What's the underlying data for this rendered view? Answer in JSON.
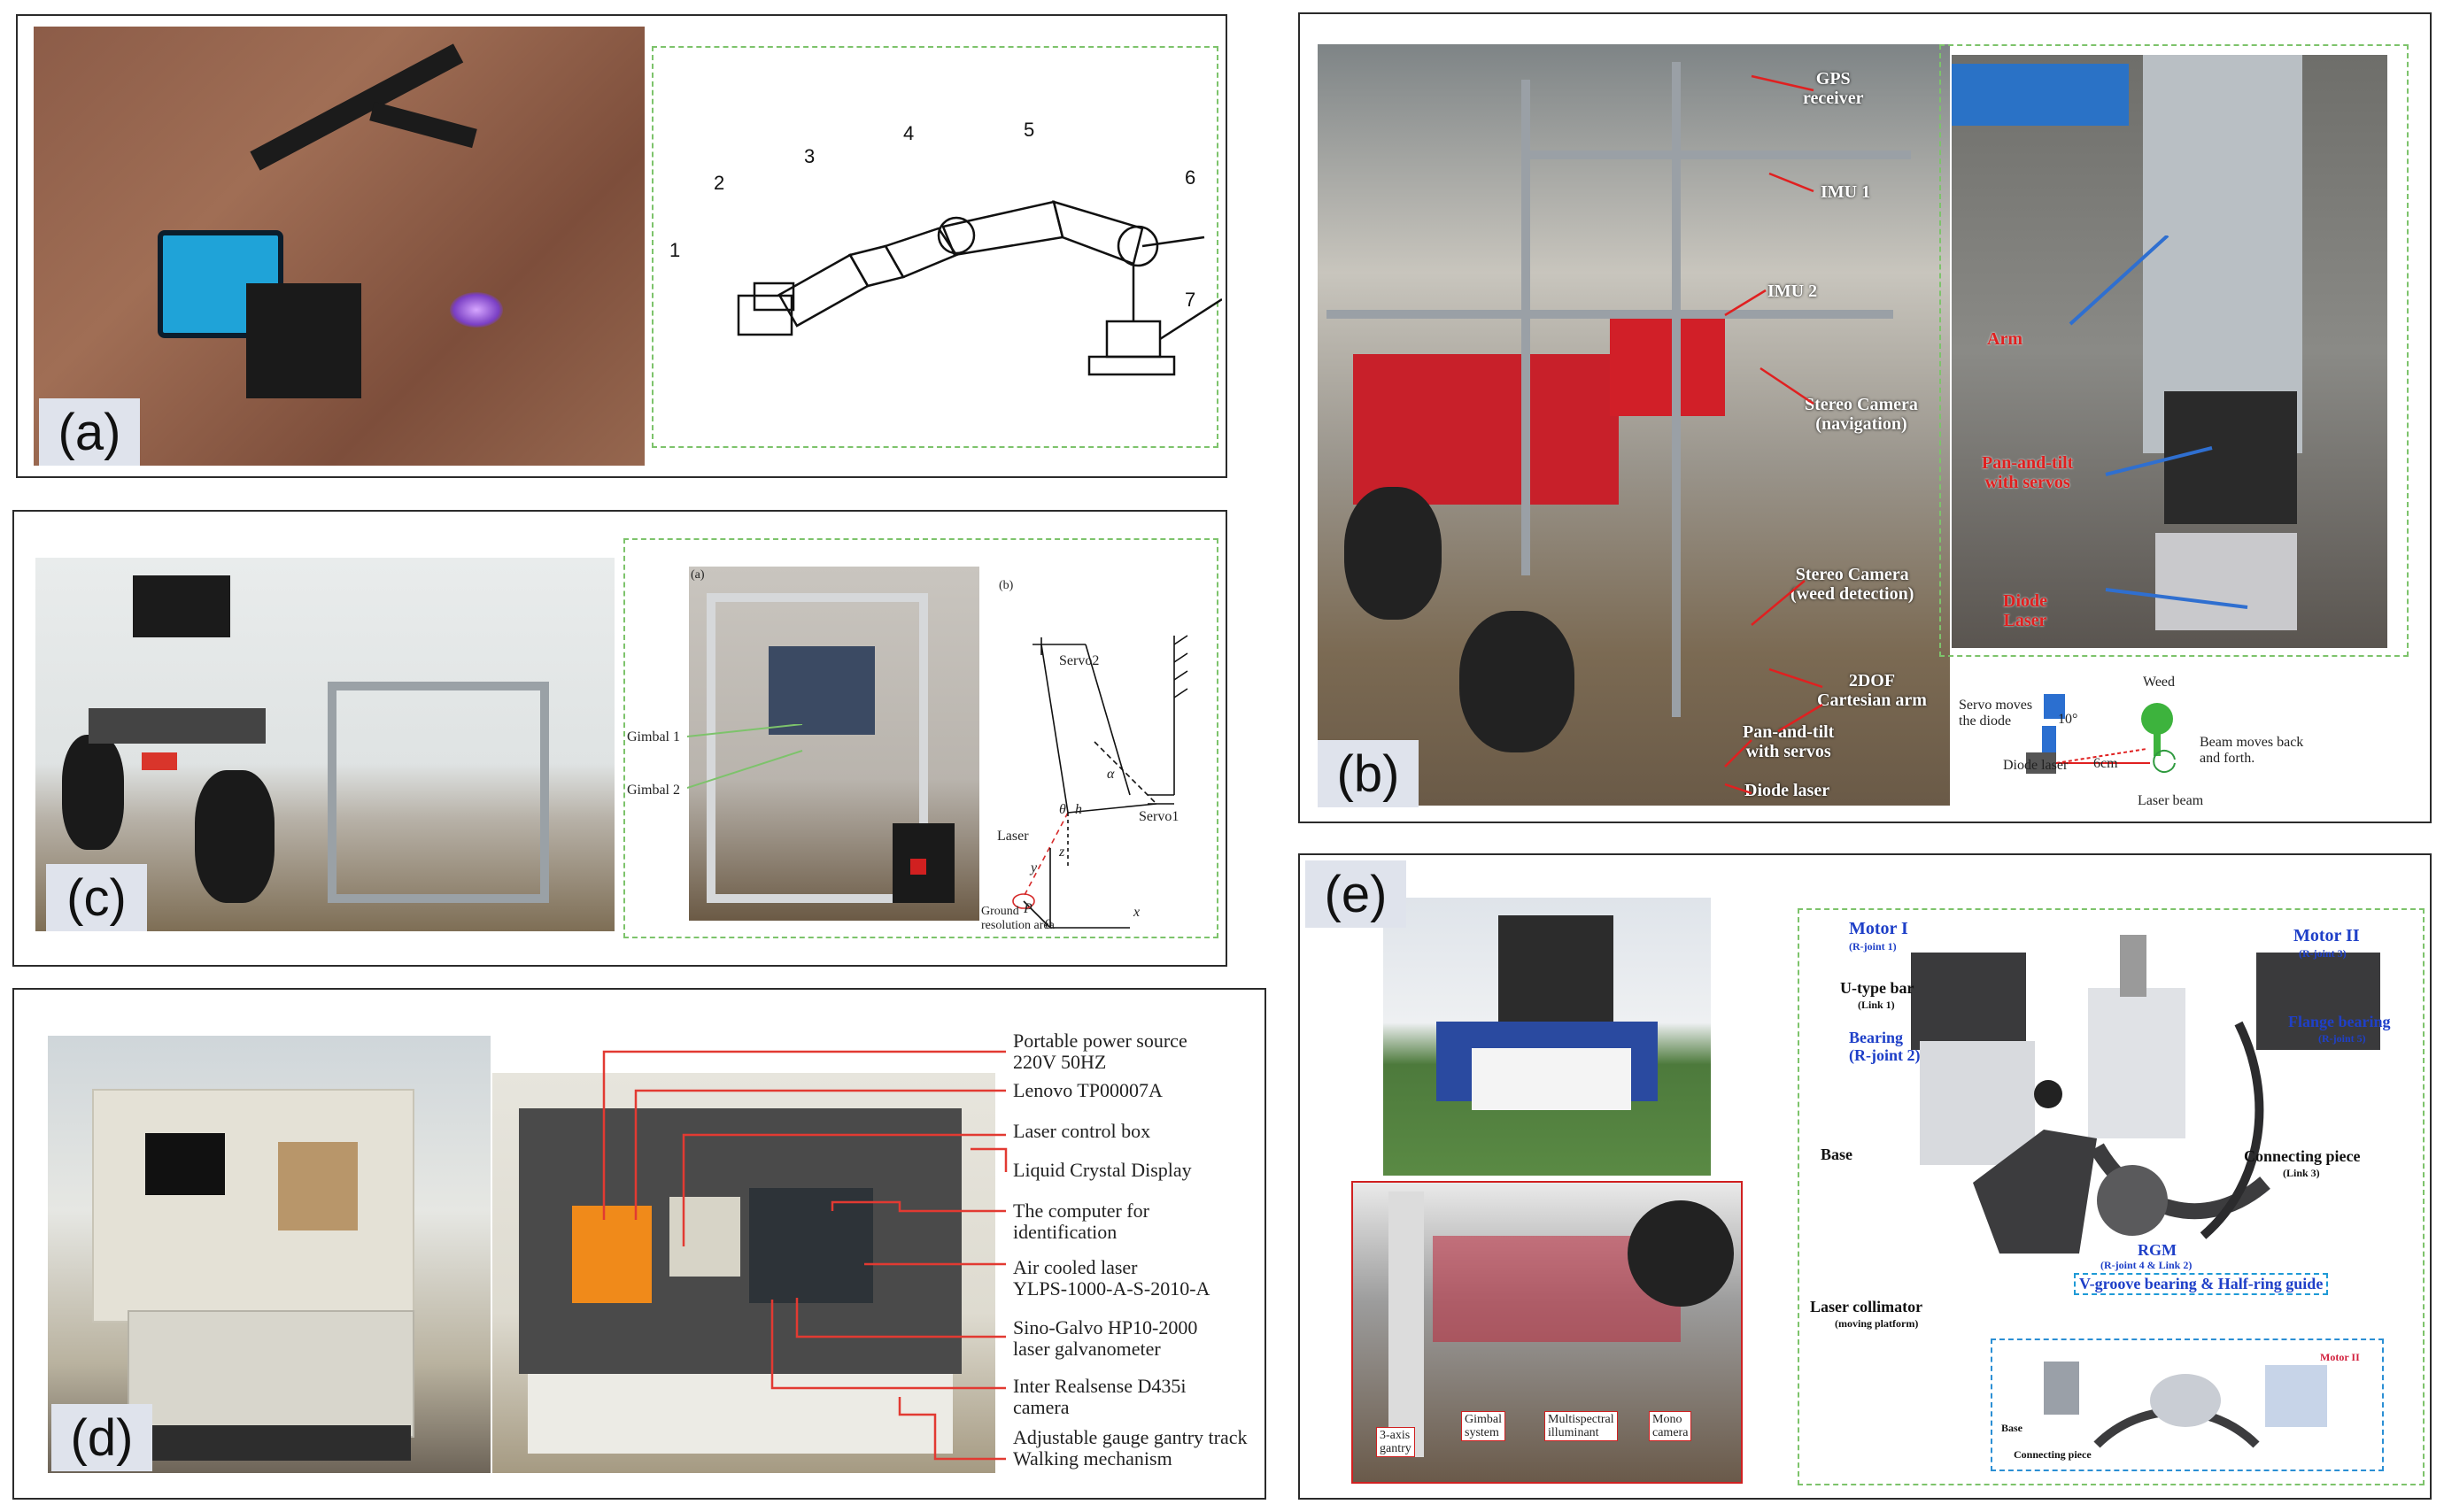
{
  "panels": {
    "a": {
      "tag": "(a)",
      "part_numbers": [
        "1",
        "2",
        "3",
        "4",
        "5",
        "6",
        "7"
      ]
    },
    "b": {
      "tag": "(b)",
      "labels": {
        "gps": "GPS\nreceiver",
        "imu1": "IMU 1",
        "imu2": "IMU 2",
        "stereo_nav": "Stereo Camera\n(navigation)",
        "stereo_weed": "Stereo Camera\n(weed detection)",
        "cartesian": "2DOF\nCartesian arm",
        "pantilt": "Pan-and-tilt\nwith servos",
        "diode": "Diode laser",
        "arm": "Arm",
        "pantilt_red": "Pan-and-tilt\nwith servos",
        "diode_red": "Diode\nLaser"
      },
      "schematic": {
        "servo_text": "Servo moves\nthe diode",
        "angle": "10°",
        "weed": "Weed",
        "diode_laser": "Diode laser",
        "distance": "6cm",
        "beam_moves": "Beam moves back\nand forth.",
        "laser_beam": "Laser beam"
      }
    },
    "c": {
      "tag": "(c)",
      "sub_a": "(a)",
      "sub_b": "(b)",
      "gimbal1": "Gimbal 1",
      "gimbal2": "Gimbal 2",
      "servo2": "Servo2",
      "servo1": "Servo1",
      "alpha": "α",
      "theta": "θ",
      "h": "h",
      "laser": "Laser",
      "y": "y",
      "z": "z",
      "x": "x",
      "o": "0",
      "p": "P",
      "ground": "Ground\nresolution area"
    },
    "d": {
      "tag": "(d)",
      "labels": [
        "Portable power source\n220V 50HZ",
        "Lenovo TP00007A",
        "Laser control box",
        "Liquid Crystal Display",
        "The computer for\nidentification",
        "Air cooled laser\nYLPS-1000-A-S-2010-A",
        "Sino-Galvo HP10-2000\nlaser galvanometer",
        "Inter Realsense D435i\ncamera",
        "Adjustable gauge gantry track\nWalking mechanism"
      ]
    },
    "e": {
      "tag": "(e)",
      "photo_labels": [
        "3-axis\ngantry",
        "Gimbal\nsystem",
        "Multispectral\nilluminant",
        "Mono\ncamera"
      ],
      "motor1": "Motor I",
      "motor1_sub": "(R-joint 1)",
      "motor2": "Motor II",
      "motor2_sub": "(R-joint 3)",
      "utype": "U-type bar",
      "utype_sub": "(Link 1)",
      "bearing": "Bearing\n(R-joint 2)",
      "flange": "Flange bearing",
      "flange_sub": "(R-joint 5)",
      "base": "Base",
      "connecting": "Connecting piece",
      "connecting_sub": "(Link 3)",
      "rgm": "RGM",
      "rgm_sub": "(R-joint 4 & Link 2)",
      "vgroove": "V-groove bearing & Half-ring guide",
      "collimator": "Laser collimator",
      "collimator_sub": "(moving platform)",
      "inset_base": "Base",
      "inset_connecting": "Connecting piece",
      "inset_motor2": "Motor II"
    }
  }
}
